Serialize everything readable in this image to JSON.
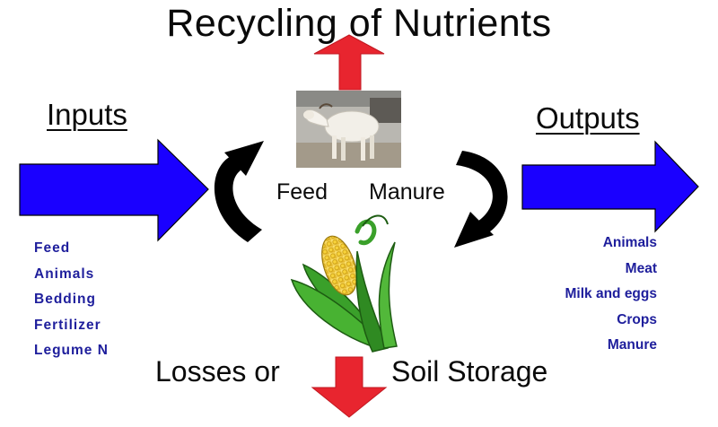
{
  "title": "Recycling of Nutrients",
  "inputs": {
    "heading": "Inputs",
    "items": [
      "Feed",
      "Animals",
      "Bedding",
      "Fertilizer",
      "Legume N"
    ]
  },
  "outputs": {
    "heading": "Outputs",
    "items": [
      "Animals",
      "Meat",
      "Milk and eggs",
      "Crops",
      "Manure"
    ]
  },
  "center": {
    "feed_label": "Feed",
    "manure_label": "Manure"
  },
  "bottom": {
    "losses_label": "Losses or",
    "storage_label": "Soil Storage"
  },
  "images": {
    "animal": "sheep-photo",
    "crop": "corn-cob"
  },
  "colors": {
    "flow_arrow": "#1a00ff",
    "vertical_arrow": "#e8252f",
    "cycle_arrow": "#000000",
    "list_text": "#1e1e9c"
  }
}
